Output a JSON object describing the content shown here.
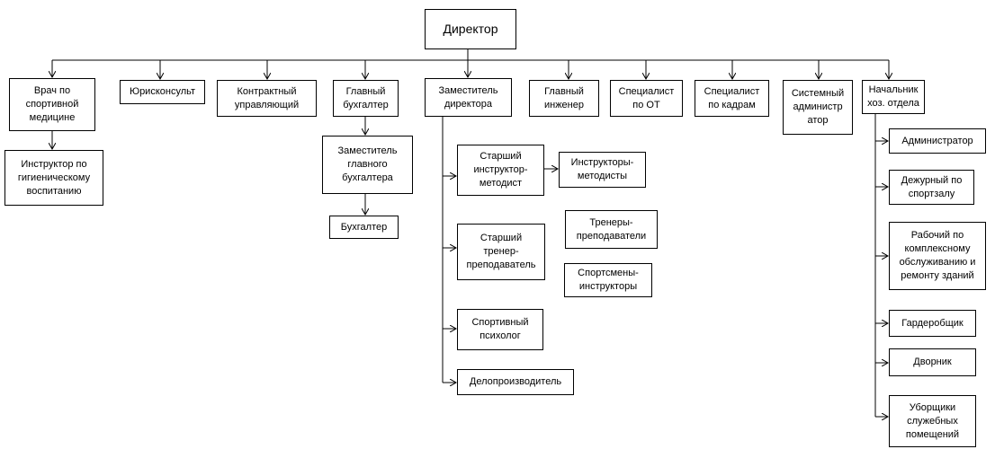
{
  "nodes": {
    "director": "Директор",
    "doctor": "Врач по\nспортивной\nмедицине",
    "instructor_hygiene": "Инструктор по\nгигиеническому\nвоспитанию",
    "lawyer": "Юрисконсульт",
    "contract_manager": "Контрактный\nуправляющий",
    "chief_accountant": "Главный\nбухгалтер",
    "deputy_chief_accountant": "Заместитель\nглавного\nбухгалтера",
    "accountant": "Бухгалтер",
    "deputy_director": "Заместитель\nдиректора",
    "senior_instructor_methodist": "Старший\nинструктор-\nметодист",
    "instructors_methodists": "Инструкторы-\nметодисты",
    "senior_coach": "Старший\nтренер-\nпреподаватель",
    "coaches": "Тренеры-\nпреподаватели",
    "athletes_instructors": "Спортсмены-\nинструкторы",
    "psychologist": "Спортивный\nпсихолог",
    "clerk": "Делопроизводитель",
    "chief_engineer": "Главный\nинженер",
    "ot_specialist": "Специалист\nпо ОТ",
    "hr_specialist": "Специалист\nпо кадрам",
    "sysadmin": "Системный\nадминистр\nатор",
    "head_household": "Начальник\nхоз. отдела",
    "administrator": "Администратор",
    "gym_attendant": "Дежурный по\nспортзалу",
    "maintenance_worker": "Рабочий по\nкомплексному\nобслуживанию и\nремонту зданий",
    "cloakroom": "Гардеробщик",
    "janitor": "Дворник",
    "cleaners": "Уборщики\nслужебных\nпомещений"
  }
}
